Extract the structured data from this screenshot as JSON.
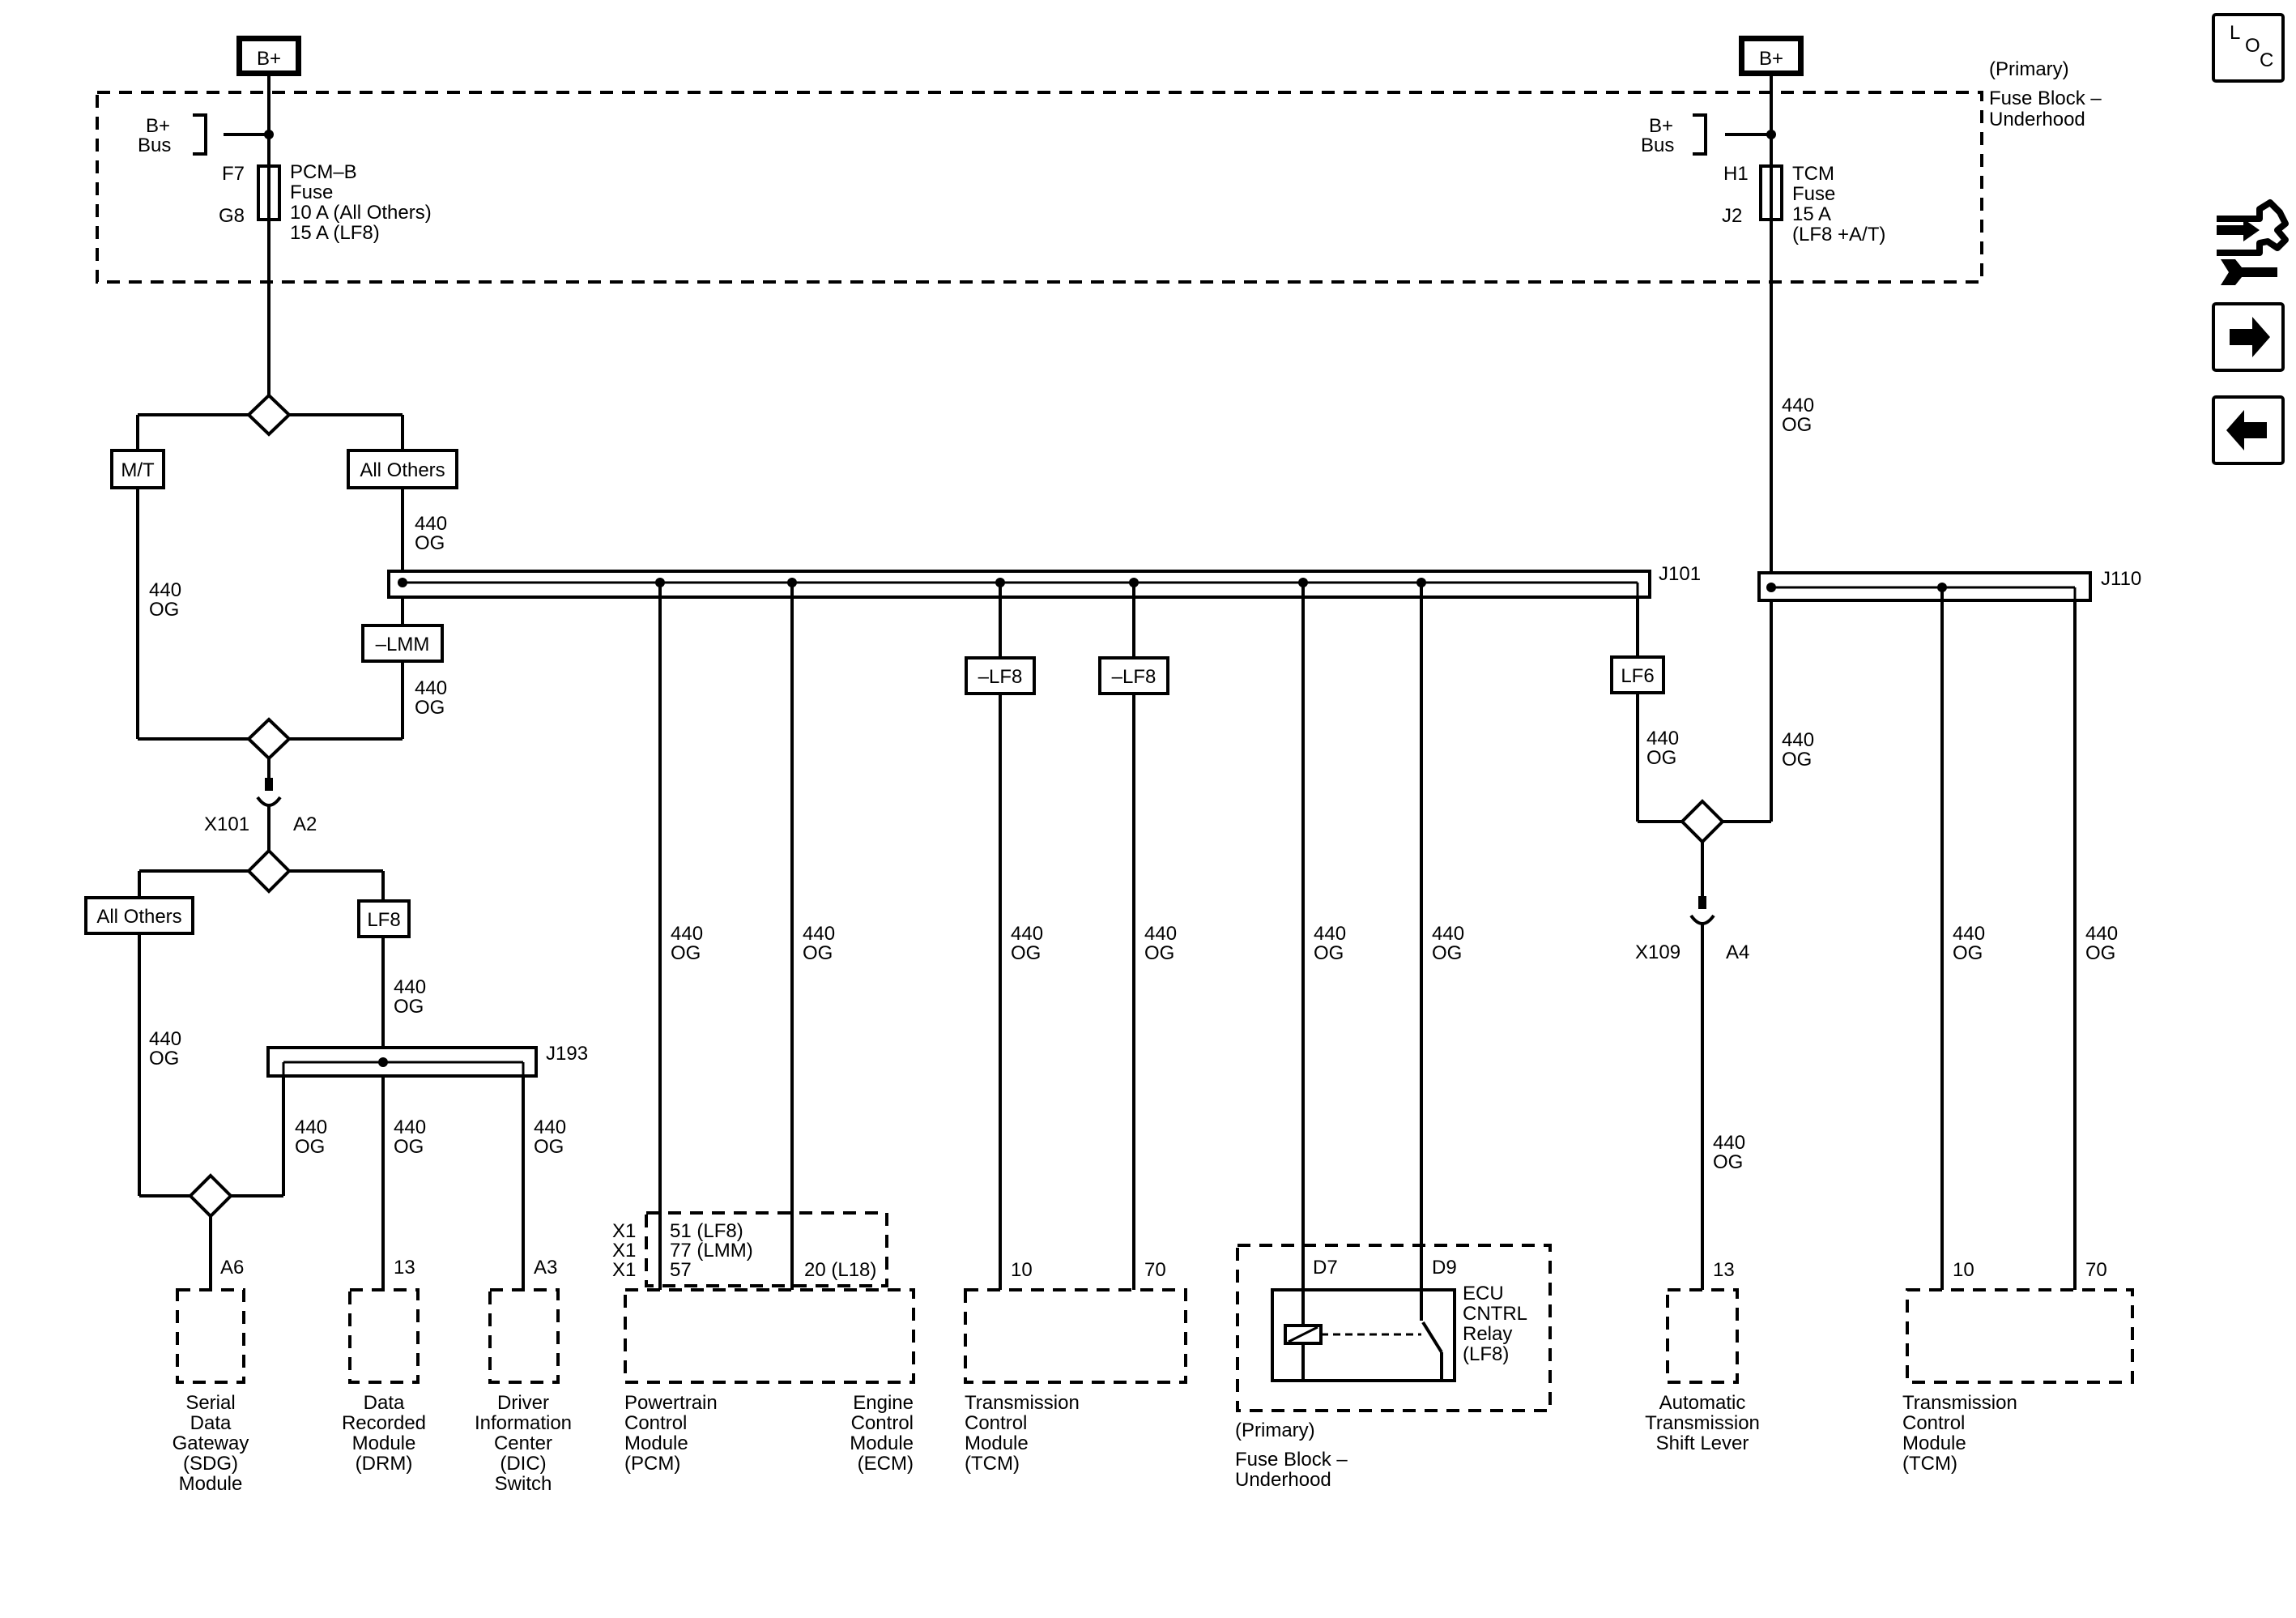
{
  "power": {
    "b_plus": "B+",
    "bus_line1": "B+",
    "bus_line2": "Bus"
  },
  "fuse_block": {
    "line1": "(Primary)",
    "line2": "Fuse Block –",
    "line3": "Underhood"
  },
  "fuse_pcm": {
    "pin_top": "F7",
    "pin_bottom": "G8",
    "l1": "PCM–B",
    "l2": "Fuse",
    "l3": "10 A (All Others)",
    "l4": "15 A (LF8)"
  },
  "fuse_tcm": {
    "pin_top": "H1",
    "pin_bottom": "J2",
    "l1": "TCM",
    "l2": "Fuse",
    "l3": "15 A",
    "l4": "(LF8 +A/T)"
  },
  "wire": {
    "circuit": "440",
    "color": "OG"
  },
  "options": {
    "mt": "M/T",
    "all_others": "All Others",
    "no_lmm": "–LMM",
    "lf8": "LF8",
    "no_lf8": "–LF8",
    "lf6": "LF6"
  },
  "splices": {
    "j101": "J101",
    "j110": "J110",
    "j193": "J193"
  },
  "connectors": {
    "x101": "X101",
    "x101_pin": "A2",
    "x109": "X109",
    "x109_pin": "A4"
  },
  "pins": {
    "sdg": "A6",
    "drm": "13",
    "dic": "A3",
    "pcm_x1": "X1",
    "pcm_51": "51 (LF8)",
    "pcm_77": "77 (LMM)",
    "pcm_57": "57",
    "ecm": "20 (L18)",
    "tcm1_a": "10",
    "tcm1_b": "70",
    "relay_a": "D7",
    "relay_b": "D9",
    "shift": "13",
    "tcm2_a": "10",
    "tcm2_b": "70"
  },
  "components": {
    "sdg": [
      "Serial",
      "Data",
      "Gateway",
      "(SDG)",
      "Module"
    ],
    "drm": [
      "Data",
      "Recorded",
      "Module",
      "(DRM)"
    ],
    "dic": [
      "Driver",
      "Information",
      "Center",
      "(DIC)",
      "Switch"
    ],
    "pcm": [
      "Powertrain",
      "Control",
      "Module",
      "(PCM)"
    ],
    "ecm": [
      "Engine",
      "Control",
      "Module",
      "(ECM)"
    ],
    "tcm1": [
      "Transmission",
      "Control",
      "Module",
      "(TCM)"
    ],
    "relay": [
      "ECU",
      "CNTRL",
      "Relay",
      "(LF8)"
    ],
    "fuse_block2": [
      "(Primary)",
      "Fuse Block –",
      "Underhood"
    ],
    "shift": [
      "Automatic",
      "Transmission",
      "Shift Lever"
    ],
    "tcm2": [
      "Transmission",
      "Control",
      "Module",
      "(TCM)"
    ]
  },
  "nav": {
    "loc": [
      "L",
      "O",
      "C"
    ],
    "icons": [
      "loc-icon",
      "connector-wrench-icon",
      "arrow-right-icon",
      "arrow-left-icon"
    ]
  }
}
